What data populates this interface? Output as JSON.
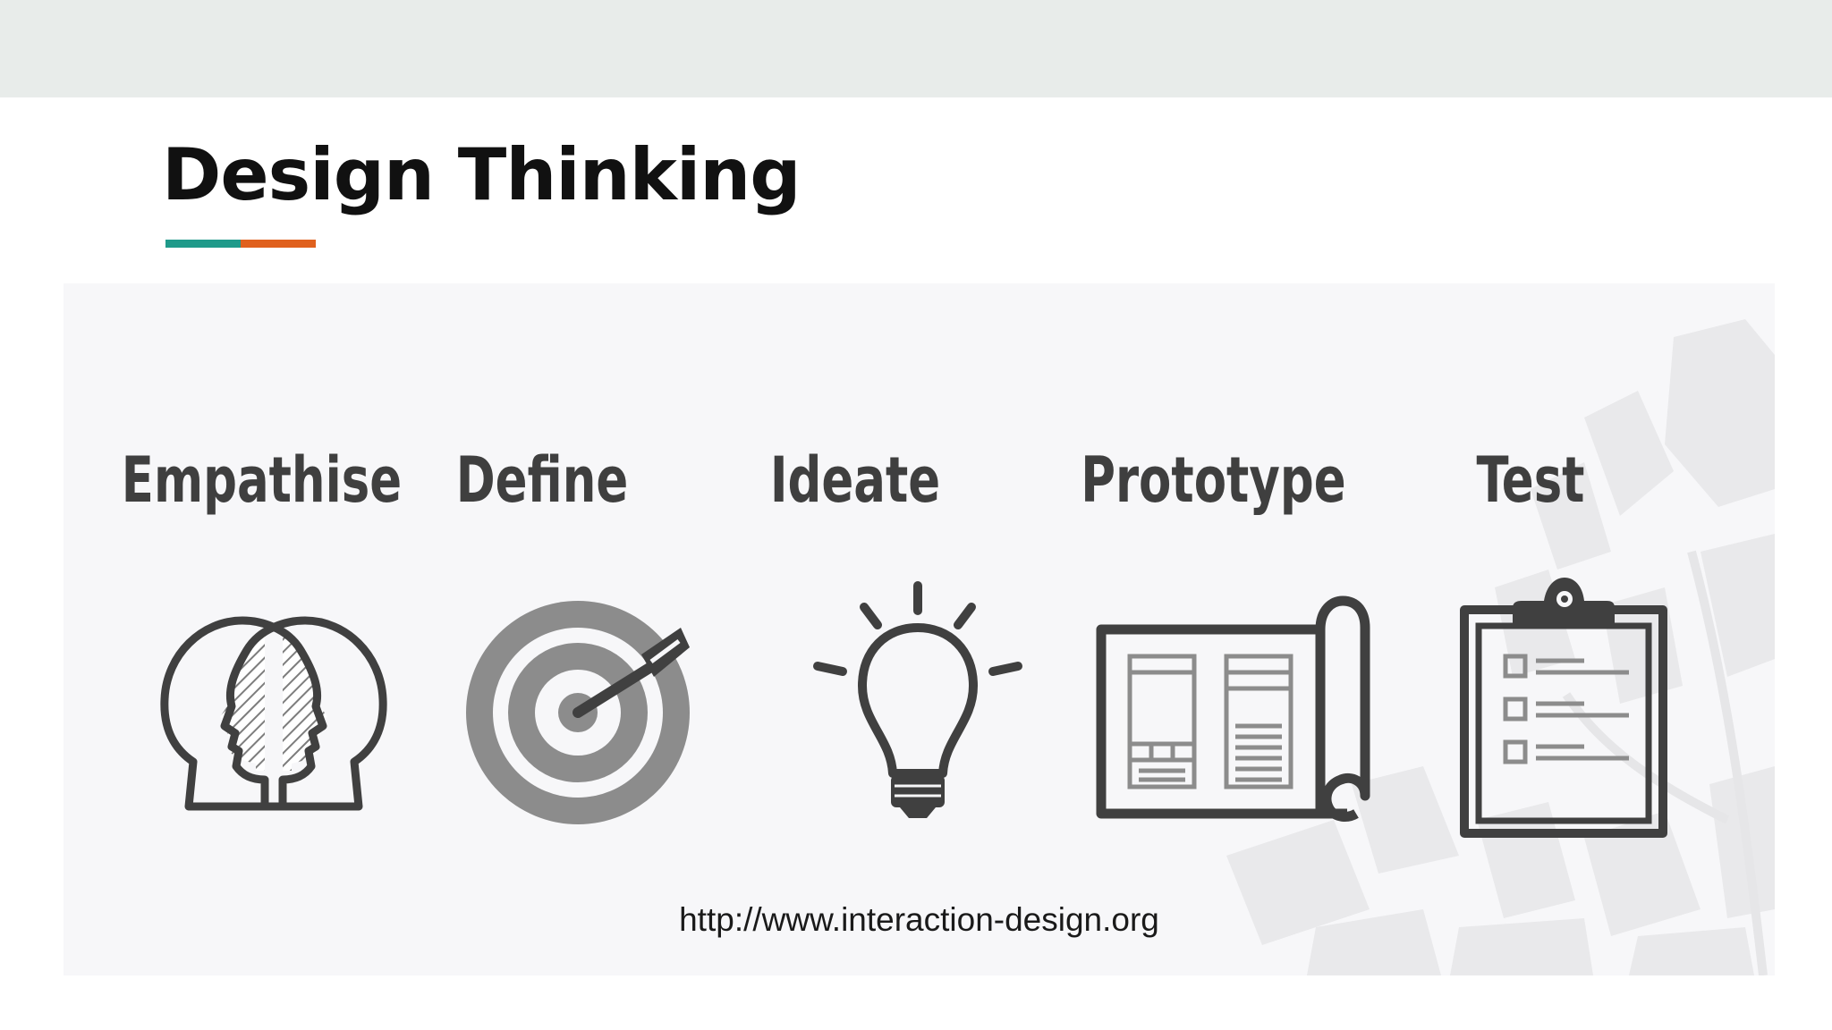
{
  "slide": {
    "title": "Design Thinking",
    "accent_colors": [
      "#1f9a8a",
      "#e0611e"
    ]
  },
  "diagram": {
    "stages": [
      {
        "label": "Empathise",
        "icon": "two-heads-icon"
      },
      {
        "label": "Define",
        "icon": "target-arrow-icon"
      },
      {
        "label": "Ideate",
        "icon": "lightbulb-icon"
      },
      {
        "label": "Prototype",
        "icon": "blueprint-icon"
      },
      {
        "label": "Test",
        "icon": "clipboard-checklist-icon"
      }
    ],
    "source": "http://www.interaction-design.org",
    "icon_color": "#3f3f3f",
    "secondary_color": "#8a8a8a"
  }
}
